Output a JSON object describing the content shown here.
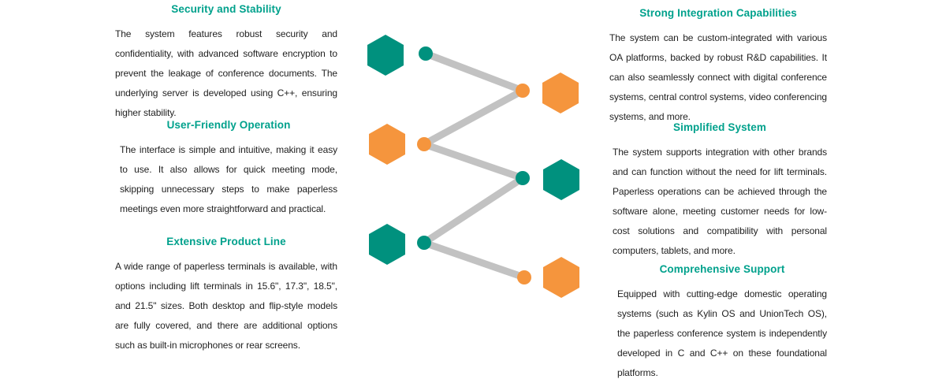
{
  "colors": {
    "teal": "#00917e",
    "orange": "#f5953d",
    "line": "#c2c2c2",
    "heading": "#00a18c",
    "body_text": "#1f1f1f"
  },
  "left_sections": [
    {
      "title": "Security and Stability",
      "body": "The system features robust security and confidentiality, with advanced software encryption to prevent the leakage of conference documents. The underlying server is developed using C++, ensuring higher stability."
    },
    {
      "title": "User-Friendly Operation",
      "body": "The interface is simple and intuitive, making it easy to use. It also allows for quick meeting mode, skipping unnecessary steps to make paperless meetings even more straightforward and practical."
    },
    {
      "title": "Extensive Product Line",
      "body": "A wide range of paperless terminals is available, with options including lift terminals in 15.6\", 17.3\", 18.5\", and 21.5\" sizes. Both desktop and flip-style models are fully covered, and there are additional options such as built-in microphones or rear screens."
    }
  ],
  "right_sections": [
    {
      "title": "Strong Integration Capabilities",
      "body": "The system can be custom-integrated with various OA platforms, backed by robust R&D capabilities. It can also seamlessly connect with digital conference systems, central control systems, video conferencing systems, and more."
    },
    {
      "title": "Simplified System",
      "body": "The system supports integration with other brands and can function without the need for lift terminals. Paperless operations can be achieved through the software alone, meeting customer needs for low-cost solutions and compatibility with personal computers, tablets, and more."
    },
    {
      "title": "Comprehensive Support",
      "body": "Equipped with cutting-edge domestic operating systems (such as Kylin OS and UnionTech OS), the paperless conference system is independently developed in C and C++ on these foundational platforms."
    }
  ],
  "diagram": {
    "description": "zigzag path of six hexagon-and-dot nodes alternating teal and orange",
    "nodes": [
      {
        "color": "teal",
        "side": "left"
      },
      {
        "color": "orange",
        "side": "right"
      },
      {
        "color": "orange",
        "side": "left"
      },
      {
        "color": "teal",
        "side": "right"
      },
      {
        "color": "teal",
        "side": "left"
      },
      {
        "color": "orange",
        "side": "right"
      }
    ]
  }
}
